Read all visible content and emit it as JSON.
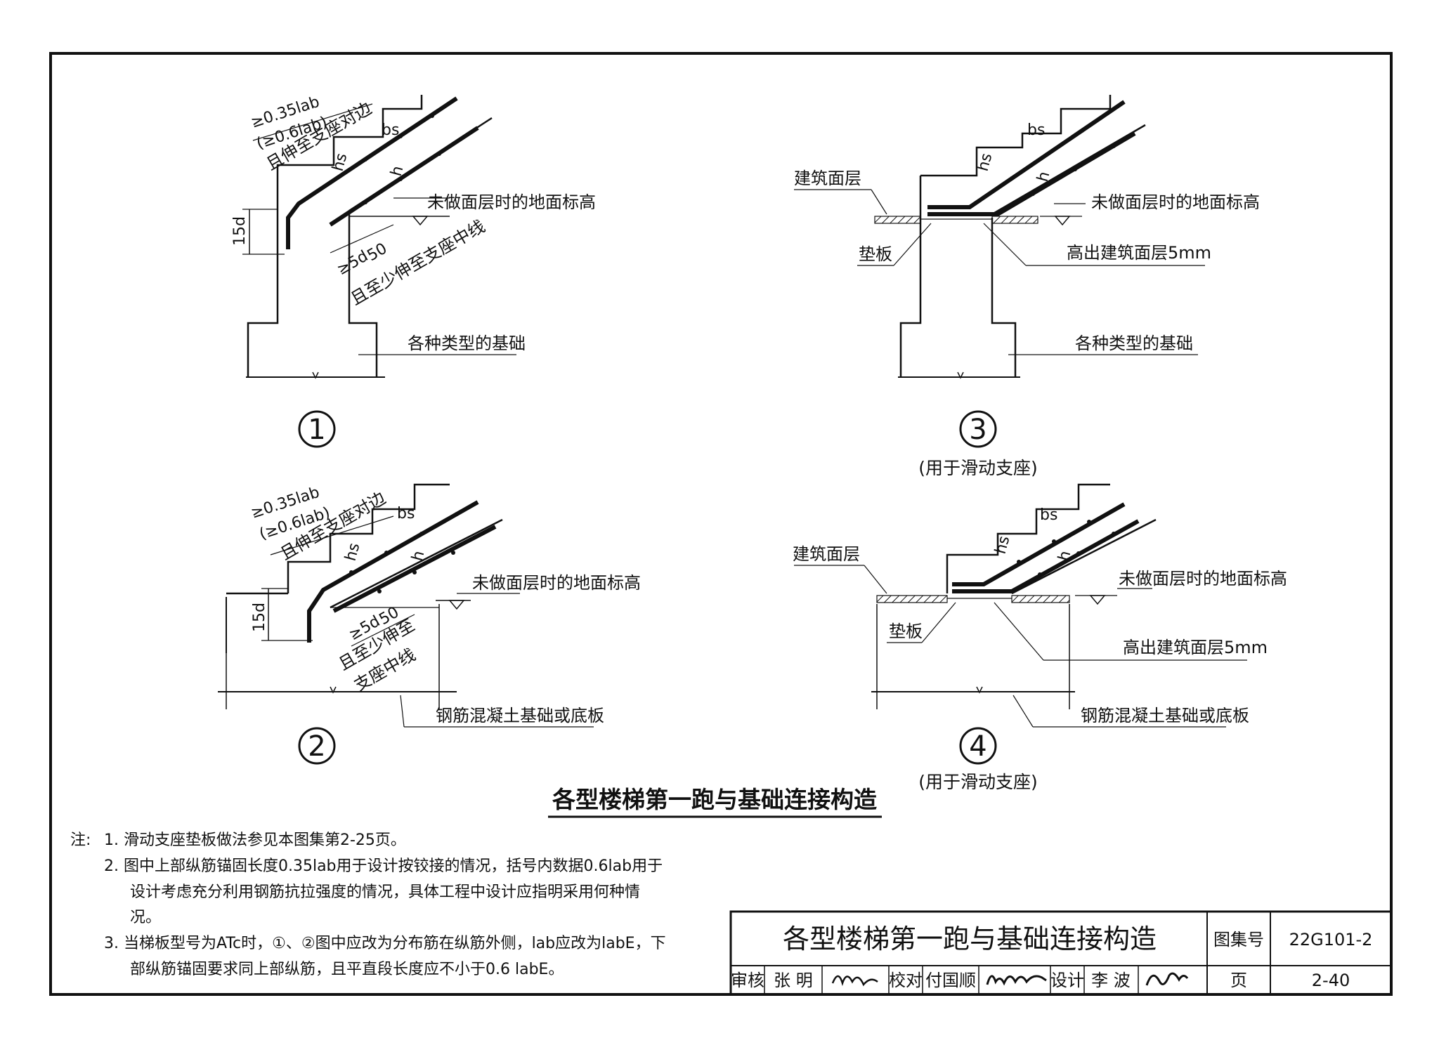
{
  "details": {
    "d1": {
      "number": "1",
      "anchor_len": "≥0.35lab",
      "anchor_len_alt": "(≥0.6lab)",
      "anchor_extend": "且伸至支座对边",
      "bs": "bs",
      "hs": "hs",
      "h": "h",
      "hook": "15d",
      "bottom_anchor": "≥5d",
      "bottom_50": "50",
      "bottom_extend": "且至少伸至支座中线",
      "ground_note": "未做面层时的地面标高",
      "foundation": "各种类型的基础"
    },
    "d2": {
      "number": "2",
      "anchor_len": "≥0.35lab",
      "anchor_len_alt": "(≥0.6lab)",
      "anchor_extend": "且伸至支座对边",
      "bs": "bs",
      "hs": "hs",
      "h": "h",
      "hook": "15d",
      "bottom_anchor": "≥5d",
      "bottom_50": "50",
      "bottom_extend_1": "且至少伸至",
      "bottom_extend_2": "支座中线",
      "ground_note": "未做面层时的地面标高",
      "foundation": "钢筋混凝土基础或底板"
    },
    "d3": {
      "number": "3",
      "caption": "(用于滑动支座)",
      "bs": "bs",
      "hs": "hs",
      "h": "h",
      "finish": "建筑面层",
      "pad": "垫板",
      "ground_note": "未做面层时的地面标高",
      "raise": "高出建筑面层5mm",
      "foundation": "各种类型的基础"
    },
    "d4": {
      "number": "4",
      "caption": "(用于滑动支座)",
      "bs": "bs",
      "hs": "hs",
      "h": "h",
      "finish": "建筑面层",
      "pad": "垫板",
      "ground_note": "未做面层时的地面标高",
      "raise": "高出建筑面层5mm",
      "foundation": "钢筋混凝土基础或底板"
    }
  },
  "main_title": "各型楼梯第一跑与基础连接构造",
  "notes": {
    "label": "注:",
    "n1": "1.  滑动支座垫板做法参见本图集第2-25页。",
    "n2a": "2.  图中上部纵筋锚固长度0.35lab用于设计按铰接的情况，括号内数据0.6lab用于",
    "n2b": "设计考虑充分利用钢筋抗拉强度的情况，具体工程中设计应指明采用何种情",
    "n2c": "况。",
    "n3a": "3.  当梯板型号为ATc时，①、②图中应改为分布筋在纵筋外侧，lab应改为labE，下",
    "n3b": "部纵筋锚固要求同上部纵筋，且平直段长度应不小于0.6 labE。"
  },
  "title_block": {
    "title": "各型楼梯第一跑与基础连接构造",
    "atlas_label": "图集号",
    "atlas_no": "22G101-2",
    "page_label": "页",
    "page_no": "2-40",
    "review_label": "审核",
    "reviewer": "张 明",
    "check_label": "校对",
    "checker": "付国顺",
    "design_label": "设计",
    "designer": "李 波"
  }
}
